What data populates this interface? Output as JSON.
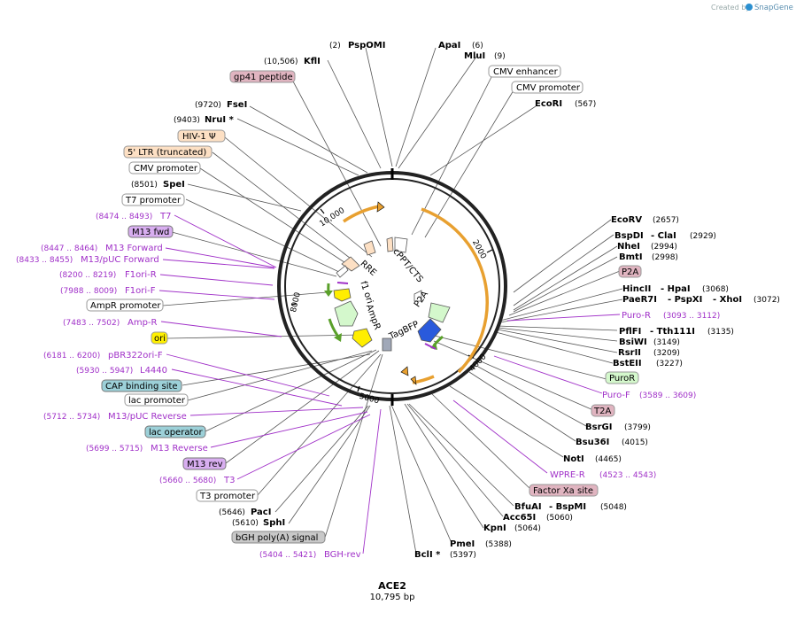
{
  "credit": {
    "text": "Created by",
    "brand": "SnapGene"
  },
  "plasmid": {
    "name": "ACE2",
    "length_label": "10,795 bp"
  },
  "ticks": [
    "2000",
    "4000",
    "5000",
    "8000",
    "10,000"
  ],
  "enzymes_top": [
    {
      "name": "PspOMI",
      "pos": "(2)"
    },
    {
      "name": "ApaI",
      "pos": "(6)"
    },
    {
      "name": "MluI",
      "pos": "(9)"
    },
    {
      "name": "EcoRI",
      "pos": "(567)"
    },
    {
      "name": "KflI",
      "pos": "(10,506)"
    },
    {
      "name": "FseI",
      "pos": "(9720)"
    },
    {
      "name": "NruI *",
      "pos": "(9403)"
    },
    {
      "name": "SpeI",
      "pos": "(8501)"
    }
  ],
  "enzymes_right": [
    {
      "name": "EcoRV",
      "pos": "(2657)"
    },
    {
      "name": "BspDI",
      "extra": "- ClaI",
      "pos": "(2929)"
    },
    {
      "name": "NheI",
      "pos": "(2994)"
    },
    {
      "name": "BmtI",
      "pos": "(2998)"
    },
    {
      "name": "HincII",
      "extra": "- HpaI",
      "pos": "(3068)"
    },
    {
      "name": "PaeR7I",
      "extra": "- PspXI",
      "extra2": "- XhoI",
      "pos": "(3072)"
    },
    {
      "name": "PflFI",
      "extra": "- Tth111I",
      "pos": "(3135)"
    },
    {
      "name": "BsiWI",
      "pos": "(3149)"
    },
    {
      "name": "RsrII",
      "pos": "(3209)"
    },
    {
      "name": "BstEII",
      "pos": "(3227)"
    },
    {
      "name": "BsrGI",
      "pos": "(3799)"
    },
    {
      "name": "Bsu36I",
      "pos": "(4015)"
    },
    {
      "name": "NotI",
      "pos": "(4465)"
    },
    {
      "name": "BfuAI",
      "extra": "- BspMI",
      "pos": "(5048)"
    },
    {
      "name": "Acc65I",
      "pos": "(5060)"
    },
    {
      "name": "KpnI",
      "pos": "(5064)"
    },
    {
      "name": "PmeI",
      "pos": "(5388)"
    },
    {
      "name": "BclI *",
      "pos": "(5397)"
    }
  ],
  "enzymes_left": [
    {
      "name": "PacI",
      "pos": "(5646)"
    },
    {
      "name": "SphI",
      "pos": "(5610)"
    }
  ],
  "boxes": [
    {
      "text": "CMV enhancer",
      "kind": "plain"
    },
    {
      "text": "CMV promoter",
      "kind": "plain"
    },
    {
      "text": "gp41 peptide",
      "kind": "pink"
    },
    {
      "text": "HIV-1 Ψ",
      "kind": "peach"
    },
    {
      "text": "5' LTR (truncated)",
      "kind": "peach"
    },
    {
      "text": "CMV promoter",
      "kind": "plain"
    },
    {
      "text": "T7 promoter",
      "kind": "plain"
    },
    {
      "text": "M13 fwd",
      "kind": "purple"
    },
    {
      "text": "AmpR promoter",
      "kind": "plain"
    },
    {
      "text": "ori",
      "kind": "yellow"
    },
    {
      "text": "CAP binding site",
      "kind": "teal"
    },
    {
      "text": "lac promoter",
      "kind": "plain"
    },
    {
      "text": "lac operator",
      "kind": "teal"
    },
    {
      "text": "M13 rev",
      "kind": "purple"
    },
    {
      "text": "T3 promoter",
      "kind": "plain"
    },
    {
      "text": "bGH poly(A) signal",
      "kind": "gray"
    },
    {
      "text": "P2A",
      "kind": "pink"
    },
    {
      "text": "PuroR",
      "kind": "green"
    },
    {
      "text": "T2A",
      "kind": "pink"
    },
    {
      "text": "Factor Xa site",
      "kind": "pink"
    }
  ],
  "primers": [
    {
      "name": "T7",
      "range": "(8474 .. 8493)"
    },
    {
      "name": "M13 Forward",
      "range": "(8447 .. 8464)"
    },
    {
      "name": "M13/pUC Forward",
      "range": "(8433 .. 8455)"
    },
    {
      "name": "F1ori-R",
      "range": "(8200 .. 8219)"
    },
    {
      "name": "F1ori-F",
      "range": "(7988 .. 8009)"
    },
    {
      "name": "Amp-R",
      "range": "(7483 .. 7502)"
    },
    {
      "name": "pBR322ori-F",
      "range": "(6181 .. 6200)"
    },
    {
      "name": "L4440",
      "range": "(5930 .. 5947)"
    },
    {
      "name": "M13/pUC Reverse",
      "range": "(5712 .. 5734)"
    },
    {
      "name": "M13 Reverse",
      "range": "(5699 .. 5715)"
    },
    {
      "name": "T3",
      "range": "(5660 .. 5680)"
    },
    {
      "name": "BGH-rev",
      "range": "(5404 .. 5421)"
    },
    {
      "name": "Puro-R",
      "range": "(3093 .. 3112)"
    },
    {
      "name": "Puro-F",
      "range": "(3589 .. 3609)"
    },
    {
      "name": "WPRE-R",
      "range": "(4523 .. 4543)"
    }
  ],
  "features": [
    "RRE",
    "cPPT/CTS",
    "f1 ori",
    "P2A",
    "AmpR",
    "TagBFP"
  ],
  "colors": {
    "primer": "#a030c8",
    "orange_arc": "#e8a030",
    "green_arrow": "#5aa02a",
    "blue_arrow": "#2a5adc",
    "yellow_arrow": "#ffee00",
    "box_pink": "#e0b4c0",
    "box_peach": "#fde0c4",
    "box_purple": "#d8aef0",
    "box_yellow": "#fff000",
    "box_teal": "#9cd0d8",
    "box_gray": "#c8c8c8",
    "box_green": "#d4f8cc"
  }
}
